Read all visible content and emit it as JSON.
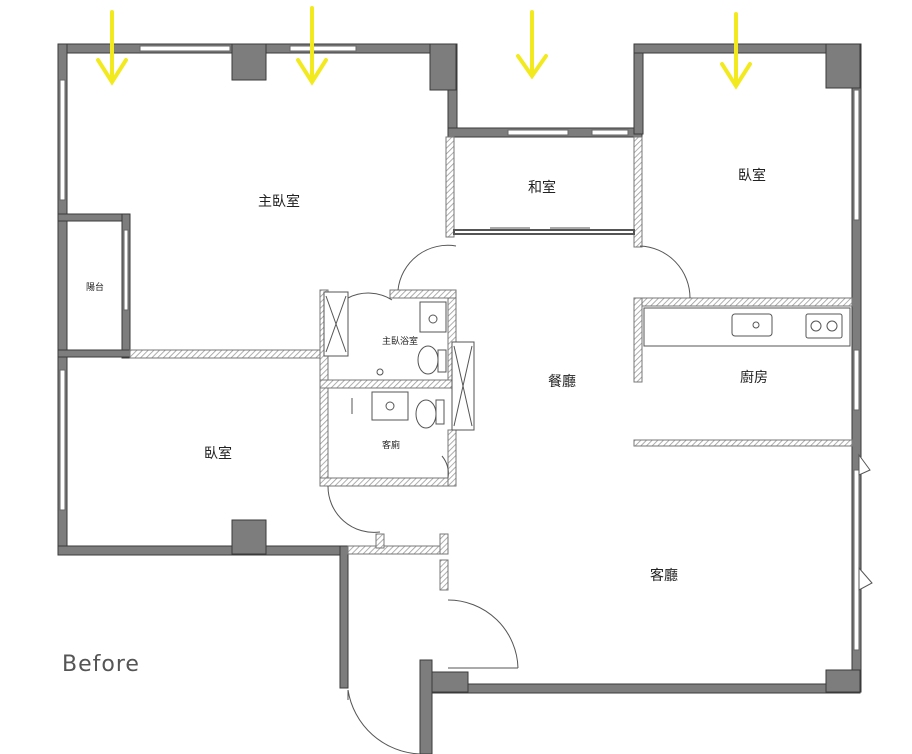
{
  "caption": "Before",
  "rooms": {
    "master_bedroom": "主臥室",
    "balcony": "陽台",
    "washitsu": "和室",
    "bedroom_right": "臥室",
    "master_bath": "主臥浴室",
    "dining": "餐廳",
    "kitchen": "廚房",
    "bedroom_left": "臥室",
    "guest_bath": "客廁",
    "living": "客廳"
  },
  "sun_arrows": {
    "count": 4,
    "color": "#f2ea1f"
  }
}
